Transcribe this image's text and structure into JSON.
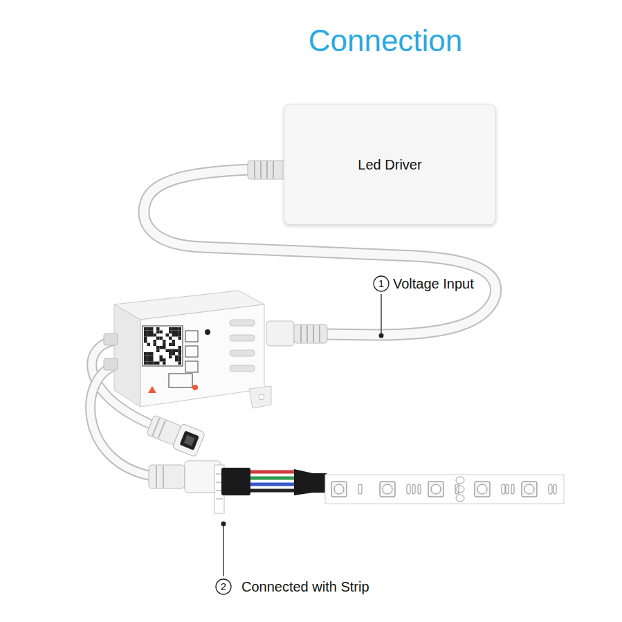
{
  "diagram": {
    "title": "Connection",
    "nodes": [
      {
        "text": [
          "Led Driver"
        ]
      }
    ],
    "labels": [
      "1",
      "Voltage Input",
      "2",
      "Connected with Strip"
    ]
  }
}
